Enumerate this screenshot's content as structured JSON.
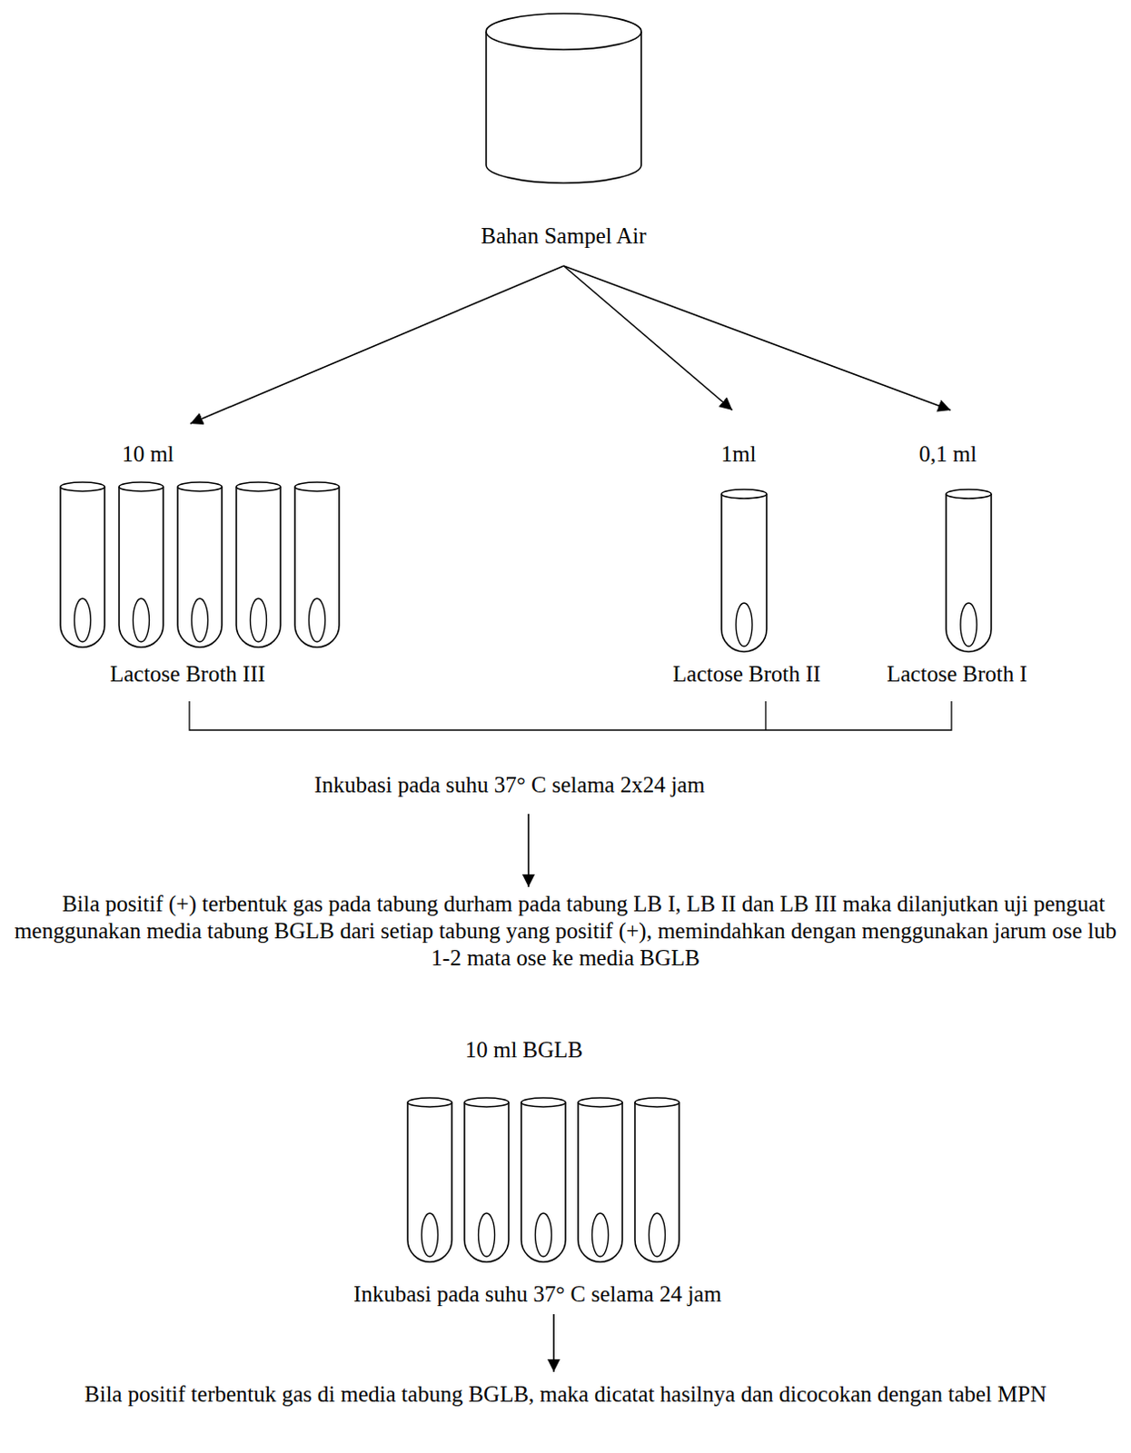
{
  "diagram": {
    "nodes": [
      {
        "text": [
          "Bahan Sampel Air"
        ]
      },
      {
        "text": [
          "10 ml",
          "Lactose Broth III"
        ]
      },
      {
        "text": [
          "1ml",
          "Lactose Broth II"
        ]
      },
      {
        "text": [
          "0,1 ml",
          "Lactose Broth I"
        ]
      },
      {
        "text": [
          "10 ml BGLB"
        ]
      }
    ],
    "edges": [
      {
        "from": 0,
        "to": 1,
        "arrow": "to"
      },
      {
        "from": 0,
        "to": 2,
        "arrow": "to"
      },
      {
        "from": 0,
        "to": 3,
        "arrow": "to"
      }
    ],
    "labels": [
      "Inkubasi pada suhu 37° C selama 2x24 jam",
      "Bila positif (+) terbentuk gas pada tabung durham pada tabung LB I, LB II dan LB III maka dilanjutkan uji penguat menggunakan media tabung BGLB dari setiap tabung yang positif (+), memindahkan dengan menggunakan jarum ose lub 1-2 mata ose ke media BGLB",
      "Inkubasi pada suhu 37° C selama 24 jam",
      "Bila positif terbentuk gas di media tabung BGLB, maka dicatat hasilnya dan dicocokan dengan tabel MPN"
    ]
  }
}
